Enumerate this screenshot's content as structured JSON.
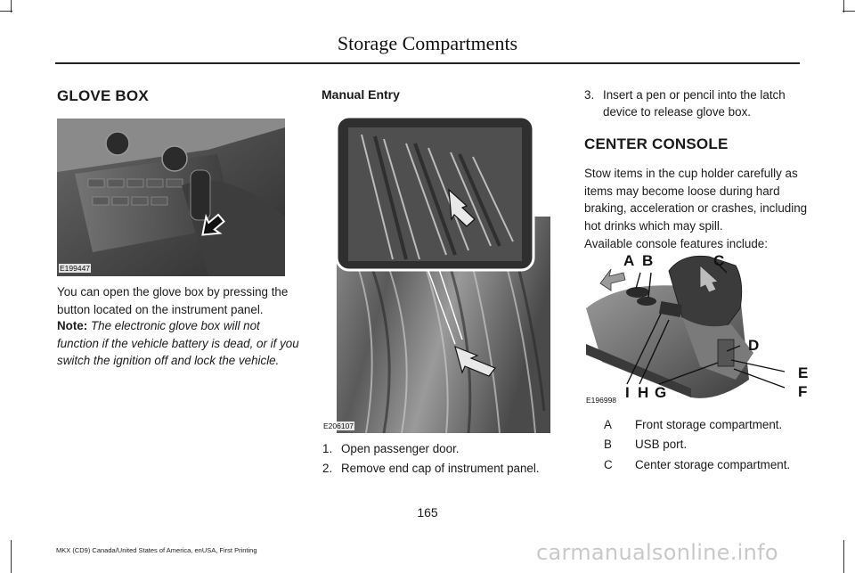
{
  "header": {
    "title": "Storage Compartments"
  },
  "left_column": {
    "heading": "GLOVE BOX",
    "figure_id": "E199447",
    "body": "You can open the glove box by pressing the button located on the instrument panel.",
    "note_label": "Note:",
    "note_text": "The electronic glove box will not function if the vehicle battery is dead, or if you switch the ignition off and lock the vehicle."
  },
  "middle_column": {
    "heading": "Manual Entry",
    "figure_id": "E206107",
    "steps": [
      {
        "num": "1.",
        "text": "Open passenger door."
      },
      {
        "num": "2.",
        "text": "Remove end cap of instrument panel."
      }
    ]
  },
  "right_column": {
    "step3": {
      "num": "3.",
      "text_line1": "Insert a pen or pencil into the latch",
      "text_line2": "device to release glove box."
    },
    "heading": "CENTER CONSOLE",
    "body1": "Stow items in the cup holder carefully as items may become loose during hard braking, acceleration or crashes, including hot drinks which may spill.",
    "body2": "Available console features include:",
    "figure_id": "E196998",
    "callouts": [
      "A",
      "B",
      "C",
      "D",
      "E",
      "F",
      "I",
      "H",
      "G"
    ],
    "legend": [
      {
        "key": "A",
        "value": "Front storage compartment."
      },
      {
        "key": "B",
        "value": "USB port."
      },
      {
        "key": "C",
        "value": "Center storage compartment."
      }
    ]
  },
  "footer": {
    "page_number": "165",
    "note": "MKX (CD9) Canada/United States of America, enUSA, First Printing",
    "watermark": "carmanualsonline.info"
  }
}
